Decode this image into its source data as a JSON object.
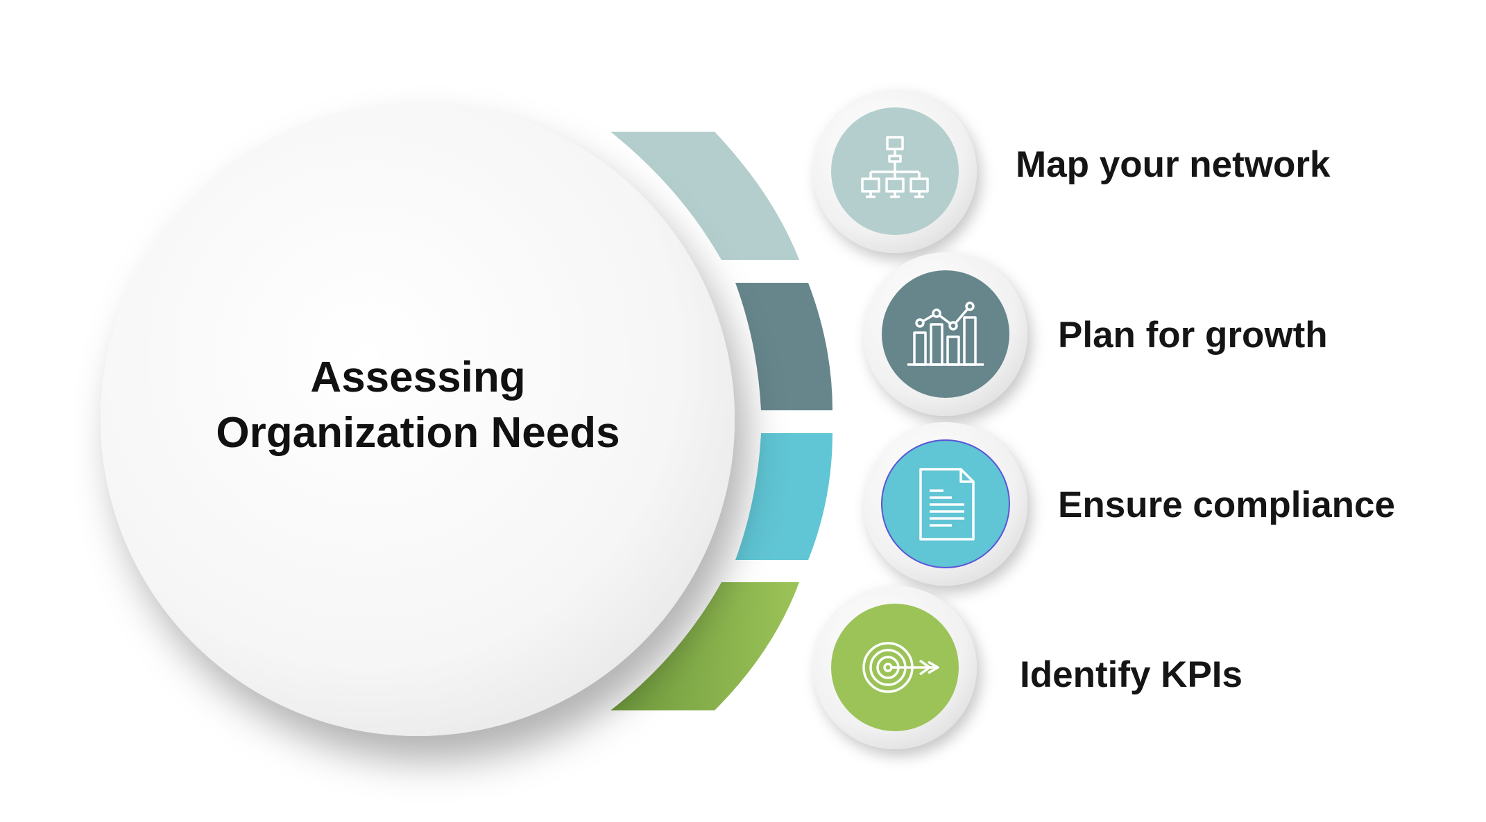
{
  "hub": {
    "title_line1": "Assessing",
    "title_line2": "Organization Needs"
  },
  "steps": [
    {
      "label": "Map your network",
      "icon": "network-hierarchy-icon",
      "color": "#b3cecd"
    },
    {
      "label": "Plan for growth",
      "icon": "growth-chart-icon",
      "color": "#66868c"
    },
    {
      "label": "Ensure compliance",
      "icon": "document-icon",
      "color": "#60c5d4"
    },
    {
      "label": "Identify KPIs",
      "icon": "target-arrow-icon",
      "color": "#9bc358"
    }
  ]
}
